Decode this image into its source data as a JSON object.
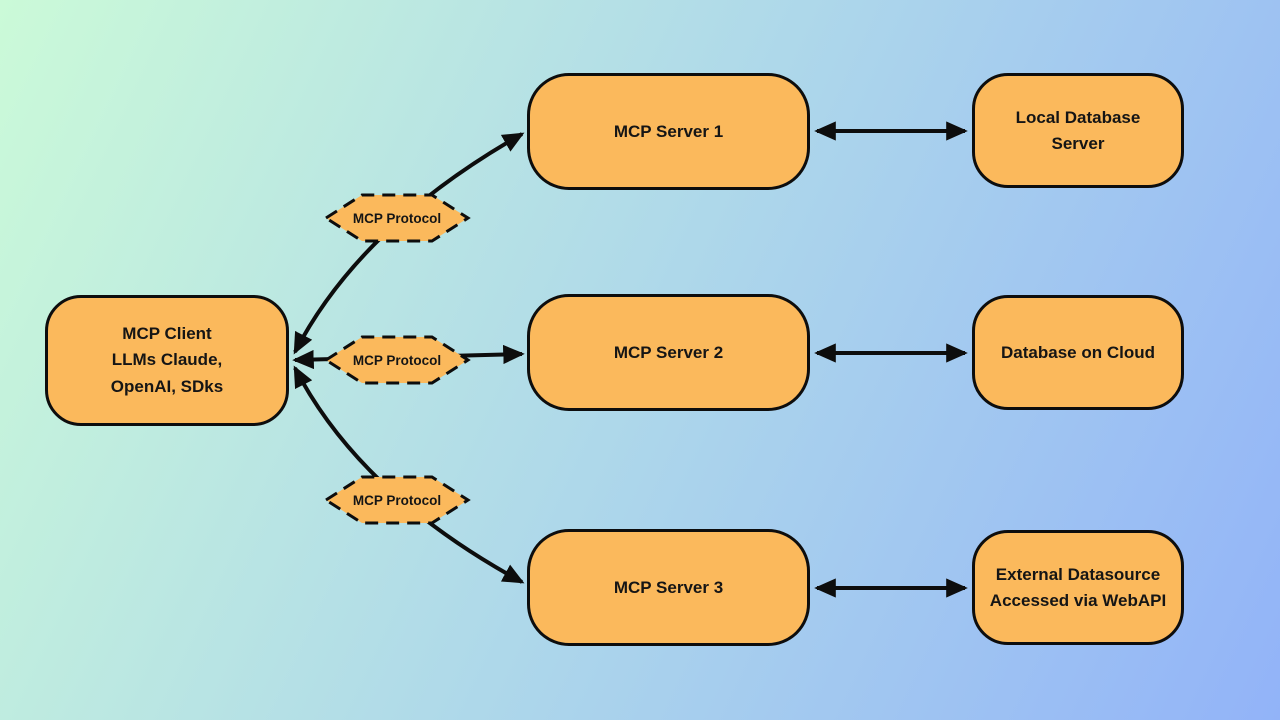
{
  "diagram": {
    "client": {
      "label": "MCP Client\nLLMs Claude,\nOpenAI, SDks"
    },
    "protocols": [
      {
        "label": "MCP Protocol"
      },
      {
        "label": "MCP Protocol"
      },
      {
        "label": "MCP Protocol"
      }
    ],
    "servers": [
      {
        "label": "MCP Server 1"
      },
      {
        "label": "MCP Server 2"
      },
      {
        "label": "MCP Server 3"
      }
    ],
    "datasources": [
      {
        "label": "Local Database\nServer"
      },
      {
        "label": "Database on Cloud"
      },
      {
        "label": "External Datasource\nAccessed via WebAPI"
      }
    ],
    "colors": {
      "node_fill": "#FBB95C",
      "node_border": "#0D0D0D",
      "arrow": "#0D0D0D",
      "text": "#151515",
      "bg_gradient_start": "#CBFAD8",
      "bg_gradient_end": "#92B3F8"
    }
  }
}
